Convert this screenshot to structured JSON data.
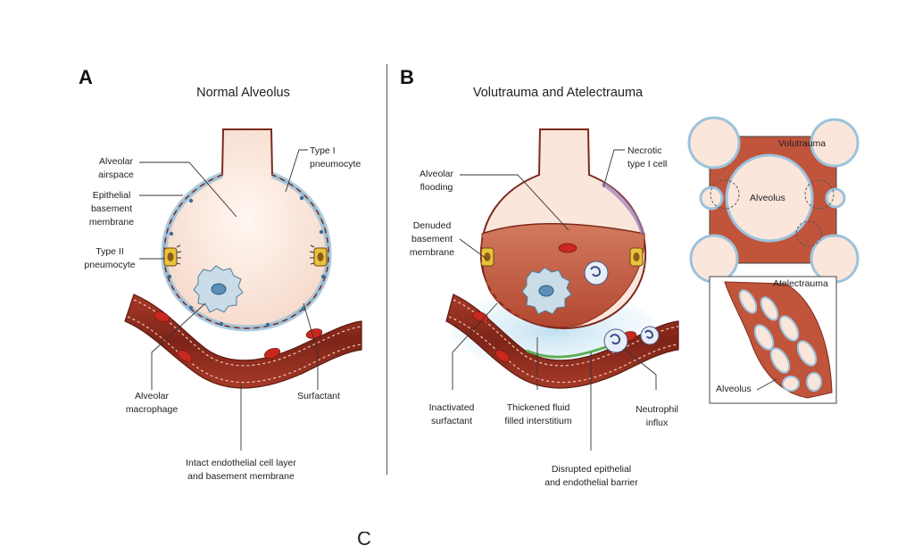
{
  "panelA": {
    "letter": "A",
    "title": "Normal Alveolus",
    "labels": {
      "alveolar_airspace": [
        "Alveolar",
        "airspace"
      ],
      "type1": [
        "Type I",
        "pneumocyte"
      ],
      "basement": [
        "Epithelial",
        "basement",
        "membrane"
      ],
      "type2": [
        "Type II",
        "pneumocyte"
      ],
      "macrophage": [
        "Alveolar",
        "macrophage"
      ],
      "surfactant": [
        "Surfactant"
      ],
      "endothelial": [
        "Intact endothelial cell layer",
        "and basement membrane"
      ]
    }
  },
  "panelB": {
    "letter": "B",
    "title": "Volutrauma and Atelectrauma",
    "labels": {
      "flooding": [
        "Alveolar",
        "flooding"
      ],
      "necrotic": [
        "Necrotic",
        "type I cell"
      ],
      "denuded": [
        "Denuded",
        "basement",
        "membrane"
      ],
      "inactivated": [
        "Inactivated",
        "surfactant"
      ],
      "thickened": [
        "Thickened fluid",
        "filled interstitium"
      ],
      "neutrophil": [
        "Neutrophil",
        "influx"
      ],
      "disrupted": [
        "Disrupted epithelial",
        "and endothelial barrier"
      ]
    },
    "insets": {
      "volutrauma": {
        "title": "Volutrauma",
        "label": "Alveolus"
      },
      "atelectrauma": {
        "title": "Atelectrauma",
        "label": "Alveolus"
      }
    }
  },
  "colors": {
    "alveolus_fill": "#fbe6dc",
    "vessel": "#8c2a1e",
    "vessel_light": "#b8503c",
    "rbc": "#c8281e",
    "flood": "#c0553c",
    "interstitium": "#bfe0ee",
    "epithelium_blue": "#9bc3dc",
    "type2_yellow": "#e8c23a"
  },
  "footer_glyph": "C"
}
